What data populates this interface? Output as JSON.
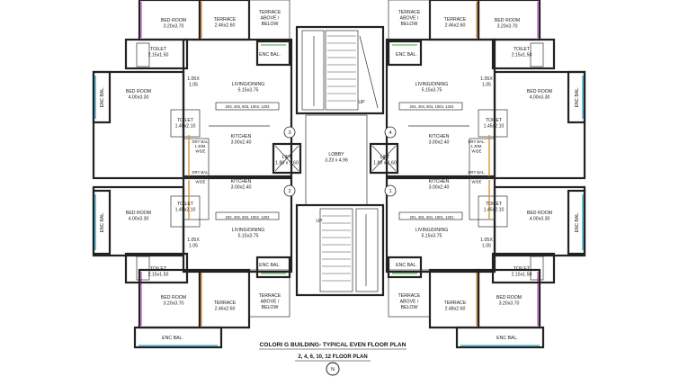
{
  "labels": {
    "bed_tl": [
      "BED ROOM",
      "3.20x3.70"
    ],
    "ter_tl": [
      "TERRACE",
      "2.46x2.60"
    ],
    "ta_tl": [
      "TERRACE",
      "ABOVE /",
      "BELOW"
    ],
    "ta_tr": [
      "TERRACE",
      "ABOVE /",
      "BELOW"
    ],
    "ter_tr": [
      "TERRACE",
      "2.46x2.60"
    ],
    "bed_tr": [
      "BED ROOM",
      "3.20x3.70"
    ],
    "toi_tl": [
      "TOILET",
      "2.15x1.50"
    ],
    "toi_tr": [
      "TOILET",
      "2.15x1.50"
    ],
    "enc_tl": [
      "ENC BAL."
    ],
    "enc_tr": [
      "ENC BAL."
    ],
    "bed_ml": [
      "BED ROOM",
      "4.00x3.30"
    ],
    "bed_mr": [
      "BED ROOM",
      "4.00x3.30"
    ],
    "d105_tl": [
      "1.05X",
      "1.05"
    ],
    "d105_tr": [
      "1.05X",
      "1.05"
    ],
    "liv_tl": [
      "LIVING/DINING",
      "5.15x3.75"
    ],
    "liv_tr": [
      "LIVING/DINING",
      "5.15x3.75"
    ],
    "tag_tl": [
      "203, 403, 603, 1003, 1203"
    ],
    "tag_tr": [
      "204, 404, 804, 1004, 1204"
    ],
    "toi2_tl": [
      "TOILET",
      "1.45x2.10"
    ],
    "toi2_tr": [
      "TOILET",
      "1.45x2.10"
    ],
    "kit_tl": [
      "KITCHEN",
      "3.00x2.40"
    ],
    "kit_tr": [
      "KITCHEN",
      "3.00x2.40"
    ],
    "dry_tl": [
      "DRY BAL.",
      "1.30M.",
      "WIDE"
    ],
    "dry_tr": [
      "DRY BAL.",
      "1.30M.",
      "WIDE"
    ],
    "dry_bl": [
      "DRY BAL.",
      "1.30M.",
      "WIDE"
    ],
    "dry_br": [
      "DRY BAL.",
      "1.30M.",
      "WIDE"
    ],
    "lift_l": [
      "LIFT",
      "1.80 x 1.60"
    ],
    "lift_r": [
      "LIFT",
      "1.80 x 1.60"
    ],
    "lobby": [
      "LOBBY",
      "3.23 x 4.96"
    ],
    "up_top": [
      "UP"
    ],
    "up_bot": [
      "UP"
    ],
    "kit_bl": [
      "KITCHEN",
      "3.00x2.40"
    ],
    "kit_br": [
      "KITCHEN",
      "3.00x2.40"
    ],
    "toi2_bl": [
      "TOILET",
      "1.45x2.10"
    ],
    "toi2_br": [
      "TOILET",
      "1.45x2.10"
    ],
    "tag_bl": [
      "202, 402, 602, 1002, 1202"
    ],
    "tag_br": [
      "201, 401, 601, 1001, 1201"
    ],
    "bed_bl": [
      "BED ROOM",
      "4.00x3.30"
    ],
    "bed_br": [
      "BED ROOM",
      "4.00x3.30"
    ],
    "liv_bl": [
      "LIVING/DINING",
      "5.15x3.75"
    ],
    "liv_br": [
      "LIVING/DINING",
      "5.15x3.75"
    ],
    "d105_bl": [
      "1.05X",
      "1.05"
    ],
    "d105_br": [
      "1.05X",
      "1.05"
    ],
    "encm_bl": [
      "ENC BAL."
    ],
    "encm_br": [
      "ENC BAL."
    ],
    "toi_bl": [
      "TOILET",
      "2.15x1.50"
    ],
    "toi_br": [
      "TOILET",
      "2.15x1.50"
    ],
    "bed_bl2": [
      "BED ROOM",
      "3.20x3.70"
    ],
    "bed_br2": [
      "BED ROOM",
      "3.20x3.70"
    ],
    "ter_bl": [
      "TERRACE",
      "2.46x2.60"
    ],
    "ter_br": [
      "TERRACE",
      "2.48x2.60"
    ],
    "ta_bl": [
      "TERRACE",
      "ABOVE /",
      "BELOW"
    ],
    "ta_br": [
      "TERRACE",
      "ABOVE /",
      "BELOW"
    ],
    "enc_bl": [
      "ENC BAL."
    ],
    "enc_br": [
      "ENC BAL."
    ]
  },
  "side_labels": {
    "enc_left_top": "ENC BAL.",
    "enc_right_top": "ENC BAL.",
    "enc_left_bot": "ENC BAL.",
    "enc_right_bot": "ENC BAL."
  },
  "flat_markers": [
    "3",
    "4",
    "2",
    "1"
  ],
  "title": "COLORI G BUILDING- TYPICAL EVEN FLOOR PLAN",
  "subtitle": "2, 4, 6, 10, 12 FLOOR PLAN",
  "north": "N",
  "colors": {
    "wall": "#222222",
    "magenta": "#b53ab5",
    "cyan": "#2aa7c9",
    "green": "#3aa43a",
    "orange": "#d98a2a"
  }
}
